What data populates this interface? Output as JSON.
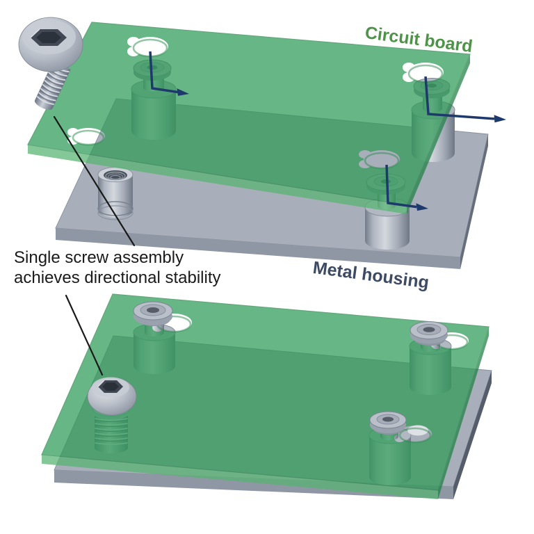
{
  "figure": {
    "background": "#ffffff",
    "labels": {
      "circuit_board": {
        "text": "Circuit board",
        "color": "#4d9449"
      },
      "metal_housing": {
        "text": "Metal housing",
        "color": "#3d4a63"
      },
      "annotation": {
        "line1": "Single screw assembly",
        "line2": "achieves directional stability",
        "color": "#1a1a1a"
      }
    },
    "colors": {
      "board_green": "#2e9b57",
      "board_green_over_white": "#6fbc85",
      "board_green_over_plate": "#389659",
      "board_edge_light": "#55b471",
      "board_edge_dark": "#1d7f44",
      "plate_gray_top": "#a9afba",
      "plate_gray_front": "#9097a4",
      "plate_gray_side": "#666e7c",
      "metal_highlight": "#d6dae0",
      "metal_mid": "#a9b0bb",
      "metal_shadow": "#7c8492",
      "axis_arrow_navy": "#1e3a6c",
      "leader_line": "#1a1a1a"
    }
  }
}
